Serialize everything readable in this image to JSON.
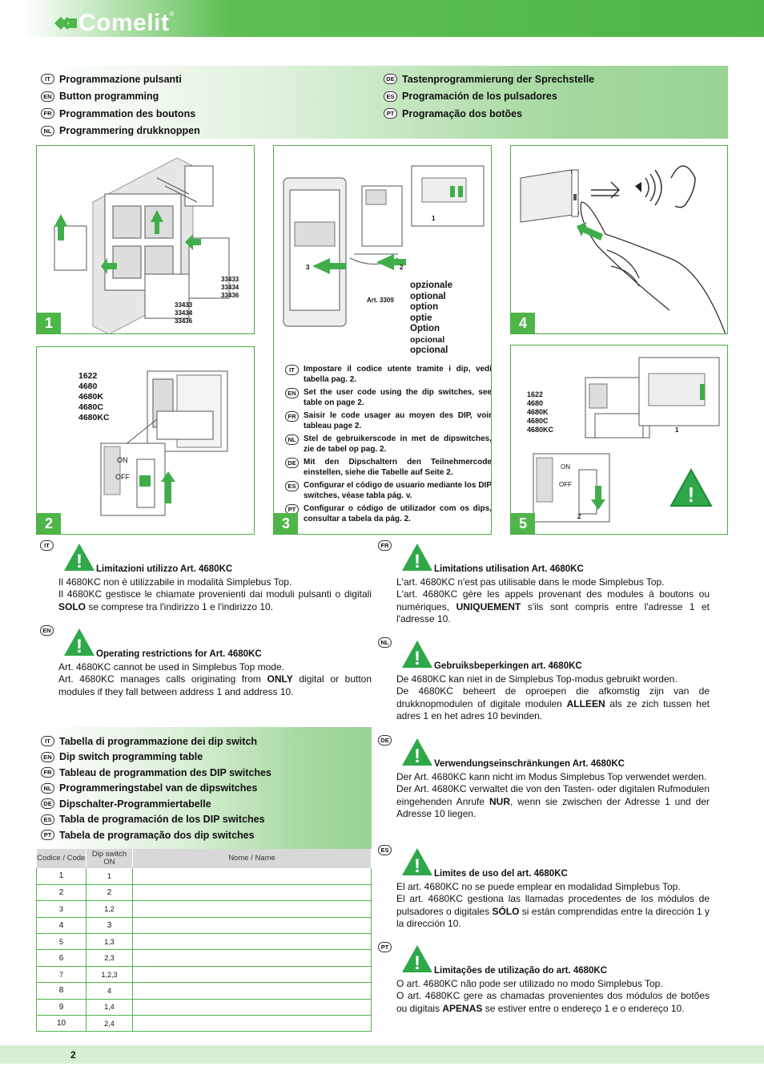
{
  "brand": {
    "name": "Comelit",
    "reg": "®"
  },
  "header": {
    "left": [
      {
        "lang": "IT",
        "text": "Programmazione pulsanti"
      },
      {
        "lang": "EN",
        "text": "Button programming"
      },
      {
        "lang": "FR",
        "text": "Programmation des boutons"
      },
      {
        "lang": "NL",
        "text": "Programmering drukknoppen"
      }
    ],
    "right": [
      {
        "lang": "DE",
        "text": "Tastenprogrammierung der Sprechstelle"
      },
      {
        "lang": "ES",
        "text": "Programación de los pulsadores"
      },
      {
        "lang": "PT",
        "text": "Programação dos botões"
      }
    ]
  },
  "panels": {
    "p1": {
      "num": "1",
      "codes_a": [
        "33433",
        "33434",
        "33436"
      ],
      "codes_b": [
        "33433",
        "33434",
        "33436"
      ]
    },
    "p2": {
      "num": "2",
      "models": [
        "1622",
        "4680",
        "4680K",
        "4680C",
        "4680KC"
      ],
      "on": "ON",
      "off": "OFF"
    },
    "p3": {
      "num": "3",
      "art": "Art. 3309",
      "labels": [
        "1",
        "2",
        "3"
      ],
      "optional": [
        "opzionale",
        "optional",
        "option",
        "optie",
        "Option",
        "opcional",
        "opcional"
      ],
      "instructions": [
        {
          "lang": "IT",
          "text": "Impostare il codice utente tramite i dip, vedi tabella pag. 2."
        },
        {
          "lang": "EN",
          "text": "Set the user code using the dip switches, see table on page 2."
        },
        {
          "lang": "FR",
          "text": "Saisir le code usager au moyen des DIP, voir tableau page 2."
        },
        {
          "lang": "NL",
          "text": "Stel de gebruikerscode in met de dipswitches, zie de tabel op pag. 2."
        },
        {
          "lang": "DE",
          "text": "Mit den Dipschaltern den Teilnehmercode einstellen, siehe die Tabelle auf Seite 2."
        },
        {
          "lang": "ES",
          "text": "Configurar el código de usuario mediante los DIP switches, véase tabla pág. v."
        },
        {
          "lang": "PT",
          "text": "Configurar o código de utilizador com os dips, consultar a tabela da pág. 2."
        }
      ]
    },
    "p4": {
      "num": "4"
    },
    "p5": {
      "num": "5",
      "models": [
        "1622",
        "4680",
        "4680K",
        "4680C",
        "4680KC"
      ],
      "on": "ON",
      "off": "OFF",
      "labels": [
        "1",
        "2"
      ]
    }
  },
  "warnings_left": [
    {
      "lang": "IT",
      "title": "Limitazioni utilizzo Art. 4680KC",
      "lines": [
        {
          "pre": "Il 4680KC non è utilizzabile in modalità Simplebus Top.",
          "bold": "",
          "post": ""
        },
        {
          "pre": "Il 4680KC gestisce le chiamate provenienti dai moduli pulsanti o digitali ",
          "bold": "SOLO",
          "post": " se comprese tra l'indirizzo 1 e l'indirizzo 10."
        }
      ]
    },
    {
      "lang": "EN",
      "title": "Operating restrictions for Art. 4680KC",
      "lines": [
        {
          "pre": "Art. 4680KC cannot be used in Simplebus Top mode.",
          "bold": "",
          "post": ""
        },
        {
          "pre": "Art. 4680KC manages calls originating from ",
          "bold": "ONLY",
          "post": " digital or button modules if they fall between address 1 and address 10."
        }
      ]
    }
  ],
  "warnings_right": [
    {
      "lang": "FR",
      "title": "Limitations utilisation Art. 4680KC",
      "lines": [
        {
          "pre": "L'art. 4680KC n'est pas utilisable dans le mode Simplebus Top.",
          "bold": "",
          "post": ""
        },
        {
          "pre": "L'art. 4680KC gère les appels provenant des modules à boutons ou numériques, ",
          "bold": "UNIQUEMENT",
          "post": " s'ils sont compris entre l'adresse 1 et l'adresse 10."
        }
      ]
    },
    {
      "lang": "NL",
      "title": "Gebruiksbeperkingen art. 4680KC",
      "lines": [
        {
          "pre": "De 4680KC kan niet in de Simplebus Top-modus gebruikt worden.",
          "bold": "",
          "post": ""
        },
        {
          "pre": "De 4680KC beheert de oproepen die afkomstig zijn van de drukknopmodulen of digitale modulen ",
          "bold": "ALLEEN",
          "post": " als ze zich tussen het adres 1 en het adres 10 bevinden."
        }
      ]
    },
    {
      "lang": "DE",
      "title": "Verwendungseinschränkungen Art. 4680KC",
      "lines": [
        {
          "pre": "Der Art. 4680KC kann nicht im Modus Simplebus Top verwendet werden.",
          "bold": "",
          "post": ""
        },
        {
          "pre": "Der Art. 4680KC verwaltet die von den Tasten- oder digitalen Rufmodulen eingehenden Anrufe ",
          "bold": "NUR",
          "post": ", wenn sie zwischen der Adresse 1 und der Adresse 10 liegen."
        }
      ]
    },
    {
      "lang": "ES",
      "title": "Limites de uso del art. 4680KC",
      "lines": [
        {
          "pre": "El art. 4680KC no se puede emplear en modalidad Simplebus Top.",
          "bold": "",
          "post": ""
        },
        {
          "pre": "El art. 4680KC gestiona las llamadas procedentes de los módulos de pulsadores o digitales ",
          "bold": "SÓLO",
          "post": " si están comprendidas entre la dirección 1 y la dirección 10."
        }
      ]
    },
    {
      "lang": "PT",
      "title": "Limitações de utilização do art. 4680KC",
      "lines": [
        {
          "pre": "O art. 4680KC não pode ser utilizado no modo Simplebus Top.",
          "bold": "",
          "post": ""
        },
        {
          "pre": "O art. 4680KC gere as chamadas provenientes dos módulos de botões ou digitais ",
          "bold": "APENAS",
          "post": " se estiver entre o endereço 1 e o endereço 10."
        }
      ]
    }
  ],
  "table_header": [
    {
      "lang": "IT",
      "text": "Tabella di programmazione dei dip switch"
    },
    {
      "lang": "EN",
      "text": "Dip switch programming table"
    },
    {
      "lang": "FR",
      "text": "Tableau de programmation des DIP switches"
    },
    {
      "lang": "NL",
      "text": "Programmeringstabel van de dipswitches"
    },
    {
      "lang": "DE",
      "text": "Dipschalter-Programmiertabelle"
    },
    {
      "lang": "ES",
      "text": "Tabla de programación de los DIP switches"
    },
    {
      "lang": "PT",
      "text": "Tabela de programação dos dip switches"
    }
  ],
  "table": {
    "columns": [
      "Codice / Code",
      "Dip switch ON",
      "Nome / Name"
    ],
    "rows": [
      [
        "1",
        "1",
        ""
      ],
      [
        "2",
        "2",
        ""
      ],
      [
        "3",
        "1,2",
        ""
      ],
      [
        "4",
        "3",
        ""
      ],
      [
        "5",
        "1,3",
        ""
      ],
      [
        "6",
        "2,3",
        ""
      ],
      [
        "7",
        "1,2,3",
        ""
      ],
      [
        "8",
        "4",
        ""
      ],
      [
        "9",
        "1,4",
        ""
      ],
      [
        "10",
        "2,4",
        ""
      ]
    ]
  },
  "footer": {
    "page": "2"
  },
  "colors": {
    "accent": "#4fb548",
    "light": "#d6efd3",
    "warning": "#2fa84a"
  }
}
